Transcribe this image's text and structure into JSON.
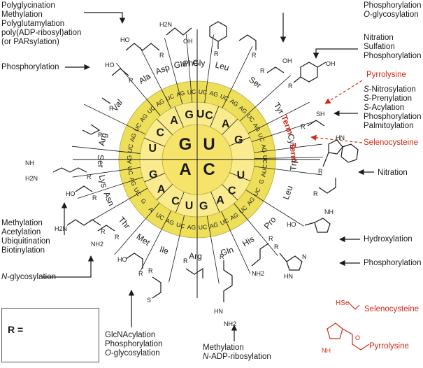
{
  "labels": {
    "tl": [
      "Polyglycination",
      "Methylation",
      "Polyglutamylation",
      "poly(ADP-ribosyl)ation",
      "(or PARsylation)"
    ],
    "phos_left": "Phosphorylation",
    "meth_group": [
      "Methylation",
      "Acetylation",
      "Ubiquitination",
      "Biotinylation"
    ],
    "nglyco": "N-glycosylation",
    "bottom_center": [
      "GlcNAcylation",
      "Phosphorylation",
      "O-glycosylation"
    ],
    "bottom_arg": [
      "Methylation",
      "N-ADP-ribosylation"
    ],
    "tr1": [
      "Phosphorylation",
      "O-glycosylation"
    ],
    "tr2": [
      "Nitration",
      "Sulfation",
      "Phosphorylation"
    ],
    "pyrrolysine_red": "Pyrrolysine",
    "cys_mods": [
      "S-Nitrosylation",
      "S-Prenylation",
      "S-Acylation",
      "Phosphorylation",
      "Palmitoylation"
    ],
    "selenocysteine_red": "Selenocysteine",
    "nitration_trp": "Nitration",
    "hydroxylation": "Hydroxylation",
    "phos_his": "Phosphorylation",
    "seleno_struct_label": "Selenocysteine",
    "pyrro_struct_label": "Pyrrolysine",
    "r_label": "R ="
  },
  "wheel": {
    "center": [
      "G",
      "U",
      "A",
      "C"
    ],
    "ring2": [
      {
        "letter": "U",
        "angle": 4
      },
      {
        "letter": "C",
        "angle": 15
      },
      {
        "letter": "A",
        "angle": 38
      },
      {
        "letter": "G",
        "angle": 64
      },
      {
        "letter": "U",
        "angle": 109
      },
      {
        "letter": "C",
        "angle": 131
      },
      {
        "letter": "A",
        "angle": 150
      },
      {
        "letter": "G",
        "angle": 172
      },
      {
        "letter": "U",
        "angle": 190
      },
      {
        "letter": "C",
        "angle": 208
      },
      {
        "letter": "A",
        "angle": 231
      },
      {
        "letter": "G",
        "angle": 252
      },
      {
        "letter": "U",
        "angle": 285
      },
      {
        "letter": "C",
        "angle": 307
      },
      {
        "letter": "A",
        "angle": 330
      },
      {
        "letter": "G",
        "angle": 350
      }
    ],
    "ring3": [
      "UC",
      "AG",
      "UC",
      "AG",
      "AG",
      "UC",
      "AG",
      "UC",
      "AG",
      "UC",
      "AUC",
      "G",
      "UC",
      "AG",
      "UC",
      "AG",
      "UC",
      "AG",
      "UC",
      "AG",
      "UC",
      "AG",
      "UC",
      "A",
      "G",
      "UC",
      "AG",
      "UC",
      "AG",
      "UC",
      "AG",
      "UC",
      "AG",
      "UC",
      "AG",
      "UC",
      "AG",
      "UC"
    ],
    "amino_acids": [
      {
        "name": "Phe",
        "angle": -4
      },
      {
        "name": "Leu",
        "angle": 15
      },
      {
        "name": "Ser",
        "angle": 37
      },
      {
        "name": "Tyr",
        "angle": 58
      },
      {
        "name": "Term",
        "angle": 69,
        "red": true
      },
      {
        "name": "Cys",
        "angle": 79
      },
      {
        "name": "Term",
        "angle": 86,
        "red": true
      },
      {
        "name": "Trp",
        "angle": 93
      },
      {
        "name": "Leu",
        "angle": 110
      },
      {
        "name": "Pro",
        "angle": 131
      },
      {
        "name": "His",
        "angle": 148
      },
      {
        "name": "Gln",
        "angle": 162
      },
      {
        "name": "Arg",
        "angle": 181
      },
      {
        "name": "Ile",
        "angle": 200
      },
      {
        "name": "Met",
        "angle": 214
      },
      {
        "name": "Thr",
        "angle": 229
      },
      {
        "name": "Asn",
        "angle": 246
      },
      {
        "name": "Lys",
        "angle": 257
      },
      {
        "name": "Ser",
        "angle": 269
      },
      {
        "name": "Arg",
        "angle": 282
      },
      {
        "name": "Val",
        "angle": 304,
        "italic": true
      },
      {
        "name": "Ala",
        "angle": 327
      },
      {
        "name": "Asp",
        "angle": 339
      },
      {
        "name": "Glu",
        "angle": 350
      },
      {
        "name": "Gly",
        "angle": 1
      }
    ]
  },
  "colors": {
    "yellow": "#f6e36a",
    "yellow_light": "#f9eb8e",
    "ring": "#eddf5a",
    "red": "#d02a1a",
    "ink": "#1a1a1a"
  }
}
